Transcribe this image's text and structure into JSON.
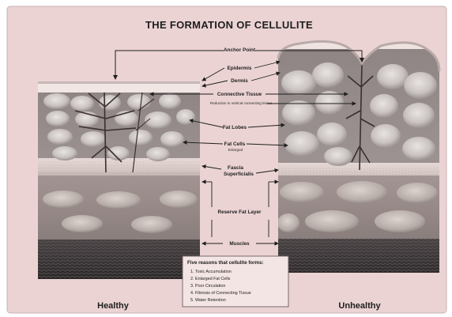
{
  "title": "THE FORMATION OF CELLULITE",
  "labels": {
    "anchor_point": "Anchor Point",
    "epidermis": "Epidermis",
    "dermis": "Dermis",
    "connective_tissue": "Connective Tissue",
    "reduction_note": "Reduction in vertical connecting tissue",
    "fat_lobes": "Fat Lobes",
    "fat_cells": "Fat Cells",
    "fat_cells_sub": "Enlarged",
    "fascia": "Fascia",
    "fascia_sub": "Superficialis",
    "reserve_fat": "Reserve Fat Layer",
    "muscles": "Muscles"
  },
  "panels": {
    "healthy": "Healthy",
    "unhealthy": "Unhealthy"
  },
  "reasons": {
    "title": "Five reasons that cellulite forms:",
    "items": [
      "1. Toxic Accumulation",
      "2. Enlarged Fat Cells",
      "3. Poor Circulation",
      "4. Fibrosis of Connecting Tissue",
      "5. Water Retention"
    ]
  },
  "colors": {
    "background": "#ebd3d3",
    "frame": "#c8b2b4"
  }
}
